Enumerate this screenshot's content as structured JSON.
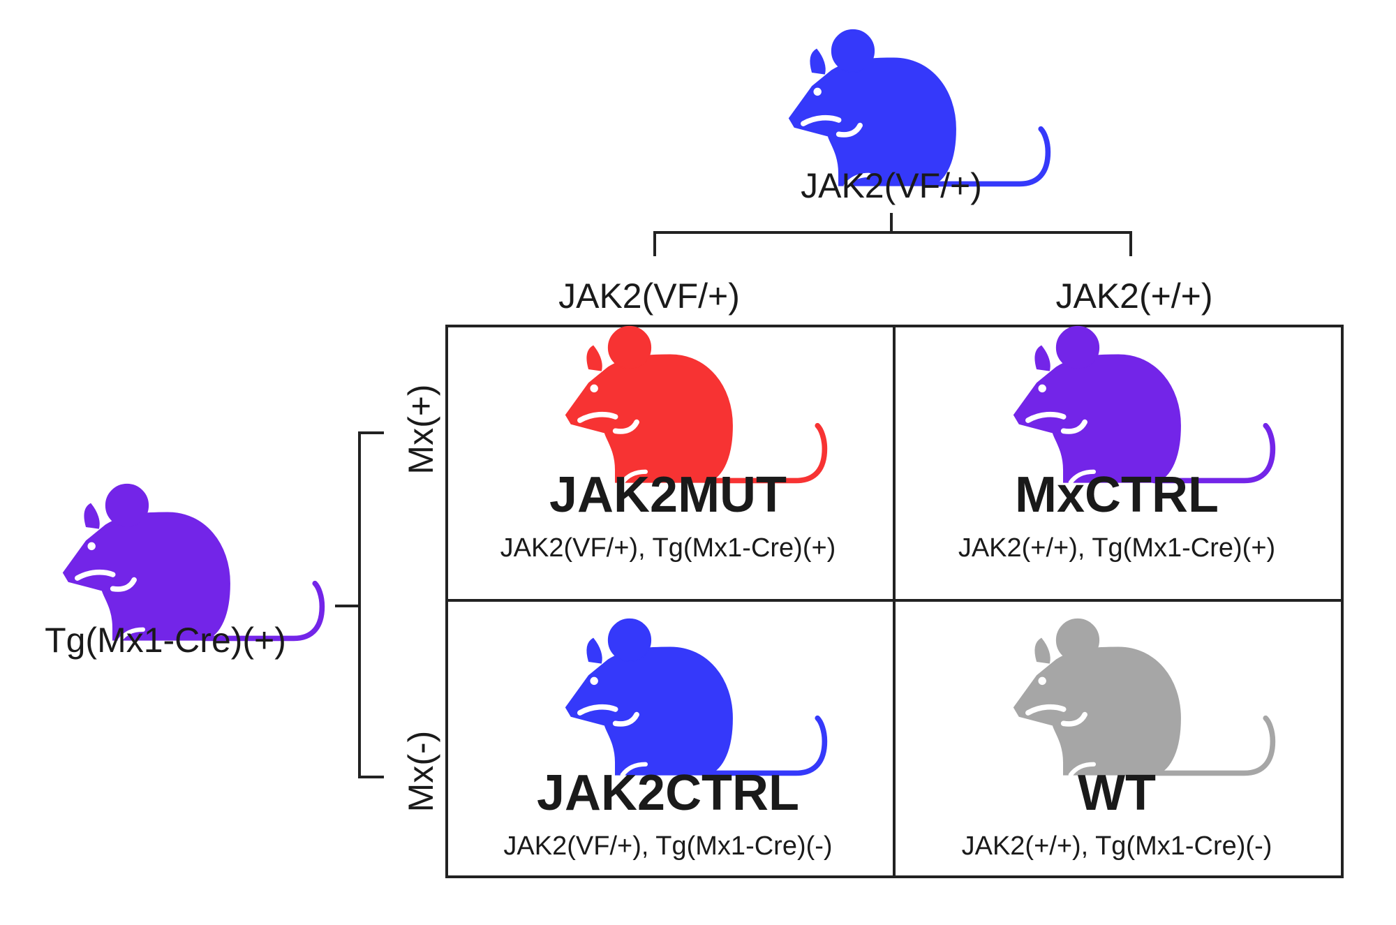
{
  "parents": {
    "top": {
      "label": "JAK2(VF/+)",
      "color": "#3539FA",
      "icon": "mouse-icon"
    },
    "left": {
      "label": "Tg(Mx1-Cre)(+)",
      "color": "#7325E8",
      "icon": "mouse-icon"
    }
  },
  "columns": [
    "JAK2(VF/+)",
    "JAK2(+/+)"
  ],
  "rows": [
    "Mx(+)",
    "Mx(-)"
  ],
  "cells": [
    {
      "name": "JAK2MUT",
      "genotype": "JAK2(VF/+), Tg(Mx1-Cre)(+)",
      "color": "#F73333",
      "icon": "mouse-icon"
    },
    {
      "name": "MxCTRL",
      "genotype": "JAK2(+/+), Tg(Mx1-Cre)(+)",
      "color": "#7325E8",
      "icon": "mouse-icon"
    },
    {
      "name": "JAK2CTRL",
      "genotype": "JAK2(VF/+), Tg(Mx1-Cre)(-)",
      "color": "#3539FA",
      "icon": "mouse-icon"
    },
    {
      "name": "WT",
      "genotype": "JAK2(+/+), Tg(Mx1-Cre)(-)",
      "color": "#A6A6A6",
      "icon": "mouse-icon"
    }
  ]
}
